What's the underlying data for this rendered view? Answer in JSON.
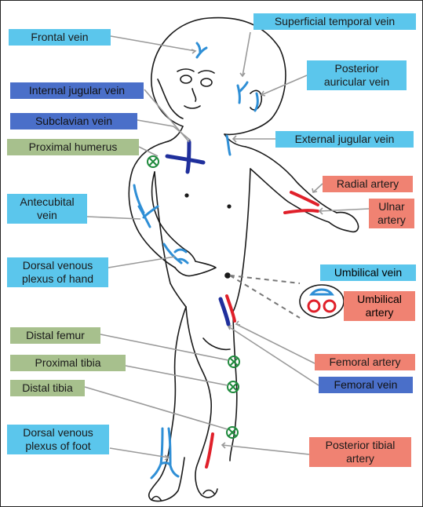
{
  "colors": {
    "vein_blue": "#2f8fd6",
    "deep_vein": "#1f2f9c",
    "artery_red": "#e0202a",
    "io_green": "#1e8a3c",
    "label_blue": "#5bc6ec",
    "label_navy": "#4a6fc9",
    "label_green": "#a7c08d",
    "label_red": "#f08272"
  },
  "labels": {
    "frontal_vein": "Frontal vein",
    "superficial_temporal_vein": "Superficial temporal vein",
    "posterior_auricular_vein": "Posterior\nauricular vein",
    "internal_jugular_vein": "Internal jugular vein",
    "subclavian_vein": "Subclavian vein",
    "proximal_humerus": "Proximal humerus",
    "external_jugular_vein": "External jugular vein",
    "antecubital_vein": "Antecubital\nvein",
    "radial_artery": "Radial artery",
    "ulnar_artery": "Ulnar\nartery",
    "dorsal_venous_plexus_hand": "Dorsal venous\nplexus of hand",
    "umbilical_vein": "Umbilical vein",
    "umbilical_artery": "Umbilical\nartery",
    "distal_femur": "Distal femur",
    "proximal_tibia": "Proximal tibia",
    "distal_tibia": "Distal tibia",
    "femoral_artery": "Femoral artery",
    "femoral_vein": "Femoral vein",
    "dorsal_venous_plexus_foot": "Dorsal venous\nplexus of foot",
    "posterior_tibial_artery": "Posterior tibial\nartery"
  }
}
